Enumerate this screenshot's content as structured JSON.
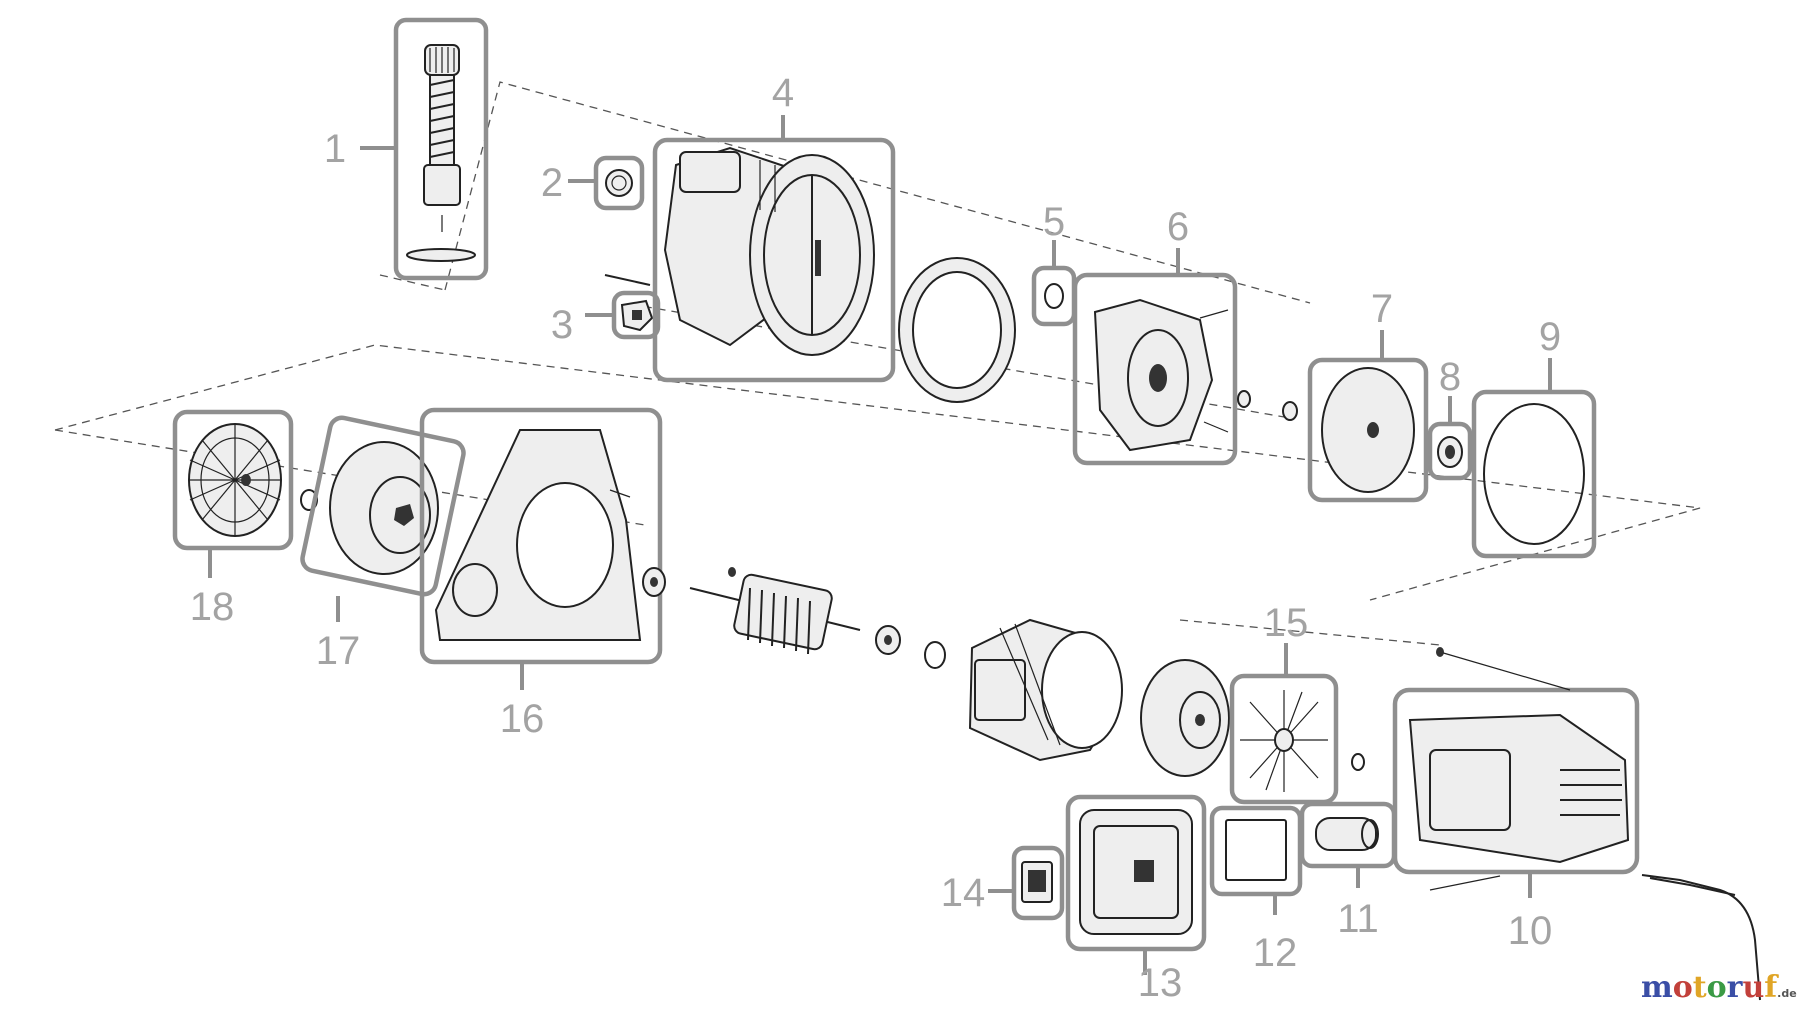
{
  "diagram": {
    "parts": [
      {
        "number": "1"
      },
      {
        "number": "2"
      },
      {
        "number": "3"
      },
      {
        "number": "4"
      },
      {
        "number": "5"
      },
      {
        "number": "6"
      },
      {
        "number": "7"
      },
      {
        "number": "8"
      },
      {
        "number": "9"
      },
      {
        "number": "10"
      },
      {
        "number": "11"
      },
      {
        "number": "12"
      },
      {
        "number": "13"
      },
      {
        "number": "14"
      },
      {
        "number": "15"
      },
      {
        "number": "16"
      },
      {
        "number": "17"
      },
      {
        "number": "18"
      }
    ]
  },
  "watermark": {
    "letters": [
      "m",
      "o",
      "t",
      "o",
      "r",
      "u",
      "f"
    ],
    "tld": ".de"
  }
}
